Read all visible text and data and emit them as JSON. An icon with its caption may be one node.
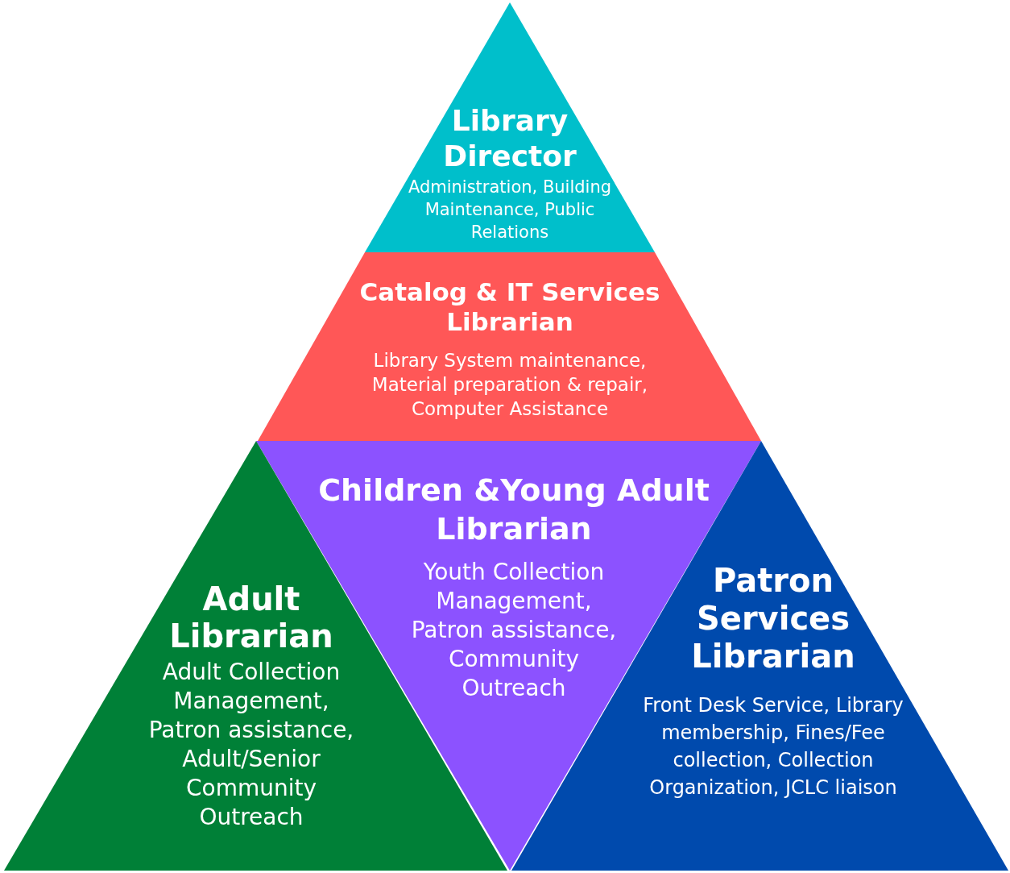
{
  "diagram": {
    "nodes": [
      {
        "text": [
          "Library Director",
          "Administration, Building Maintenance, Public Relations"
        ]
      },
      {
        "text": [
          "Catalog & IT Services Librarian",
          "Library System maintenance, Material preparation & repair, Computer Assistance"
        ]
      },
      {
        "text": [
          "Children &Young Adult Librarian",
          "Youth Collection Management, Patron assistance, Community Outreach"
        ]
      },
      {
        "text": [
          "Adult Librarian",
          "Adult Collection Management, Patron assistance, Adult/Senior Community Outreach"
        ]
      },
      {
        "text": [
          "Patron Services Librarian",
          "Front Desk Service, Library membership, Fines/Fee collection, Collection Organization, JCLC liaison"
        ]
      }
    ]
  }
}
